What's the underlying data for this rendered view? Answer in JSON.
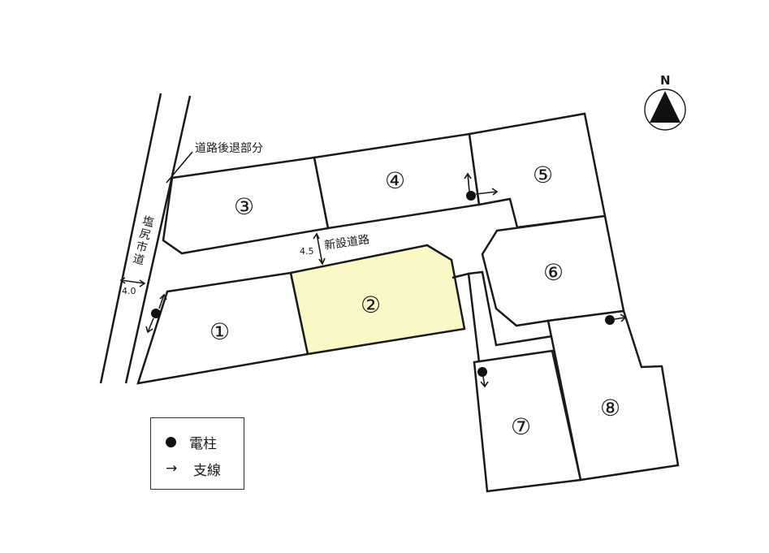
{
  "lots": [
    {
      "id": "1",
      "label": "①",
      "highlighted": false
    },
    {
      "id": "2",
      "label": "②",
      "highlighted": true
    },
    {
      "id": "3",
      "label": "③",
      "highlighted": false
    },
    {
      "id": "4",
      "label": "④",
      "highlighted": false
    },
    {
      "id": "5",
      "label": "⑤",
      "highlighted": false
    },
    {
      "id": "6",
      "label": "⑥",
      "highlighted": false
    },
    {
      "id": "7",
      "label": "⑦",
      "highlighted": false
    },
    {
      "id": "8",
      "label": "⑧",
      "highlighted": false
    }
  ],
  "labels": {
    "setback": "道路後退部分",
    "new_road": "新設道路",
    "new_road_width": "4.5",
    "city_road": "塩尻市道",
    "city_road_width": "4.0",
    "north": "N"
  },
  "legend": {
    "pole": "電柱",
    "guy_wire": "支線",
    "arrow_symbol": "→"
  },
  "colors": {
    "highlight": "#fbf8c8",
    "line": "#1a1a1a"
  }
}
